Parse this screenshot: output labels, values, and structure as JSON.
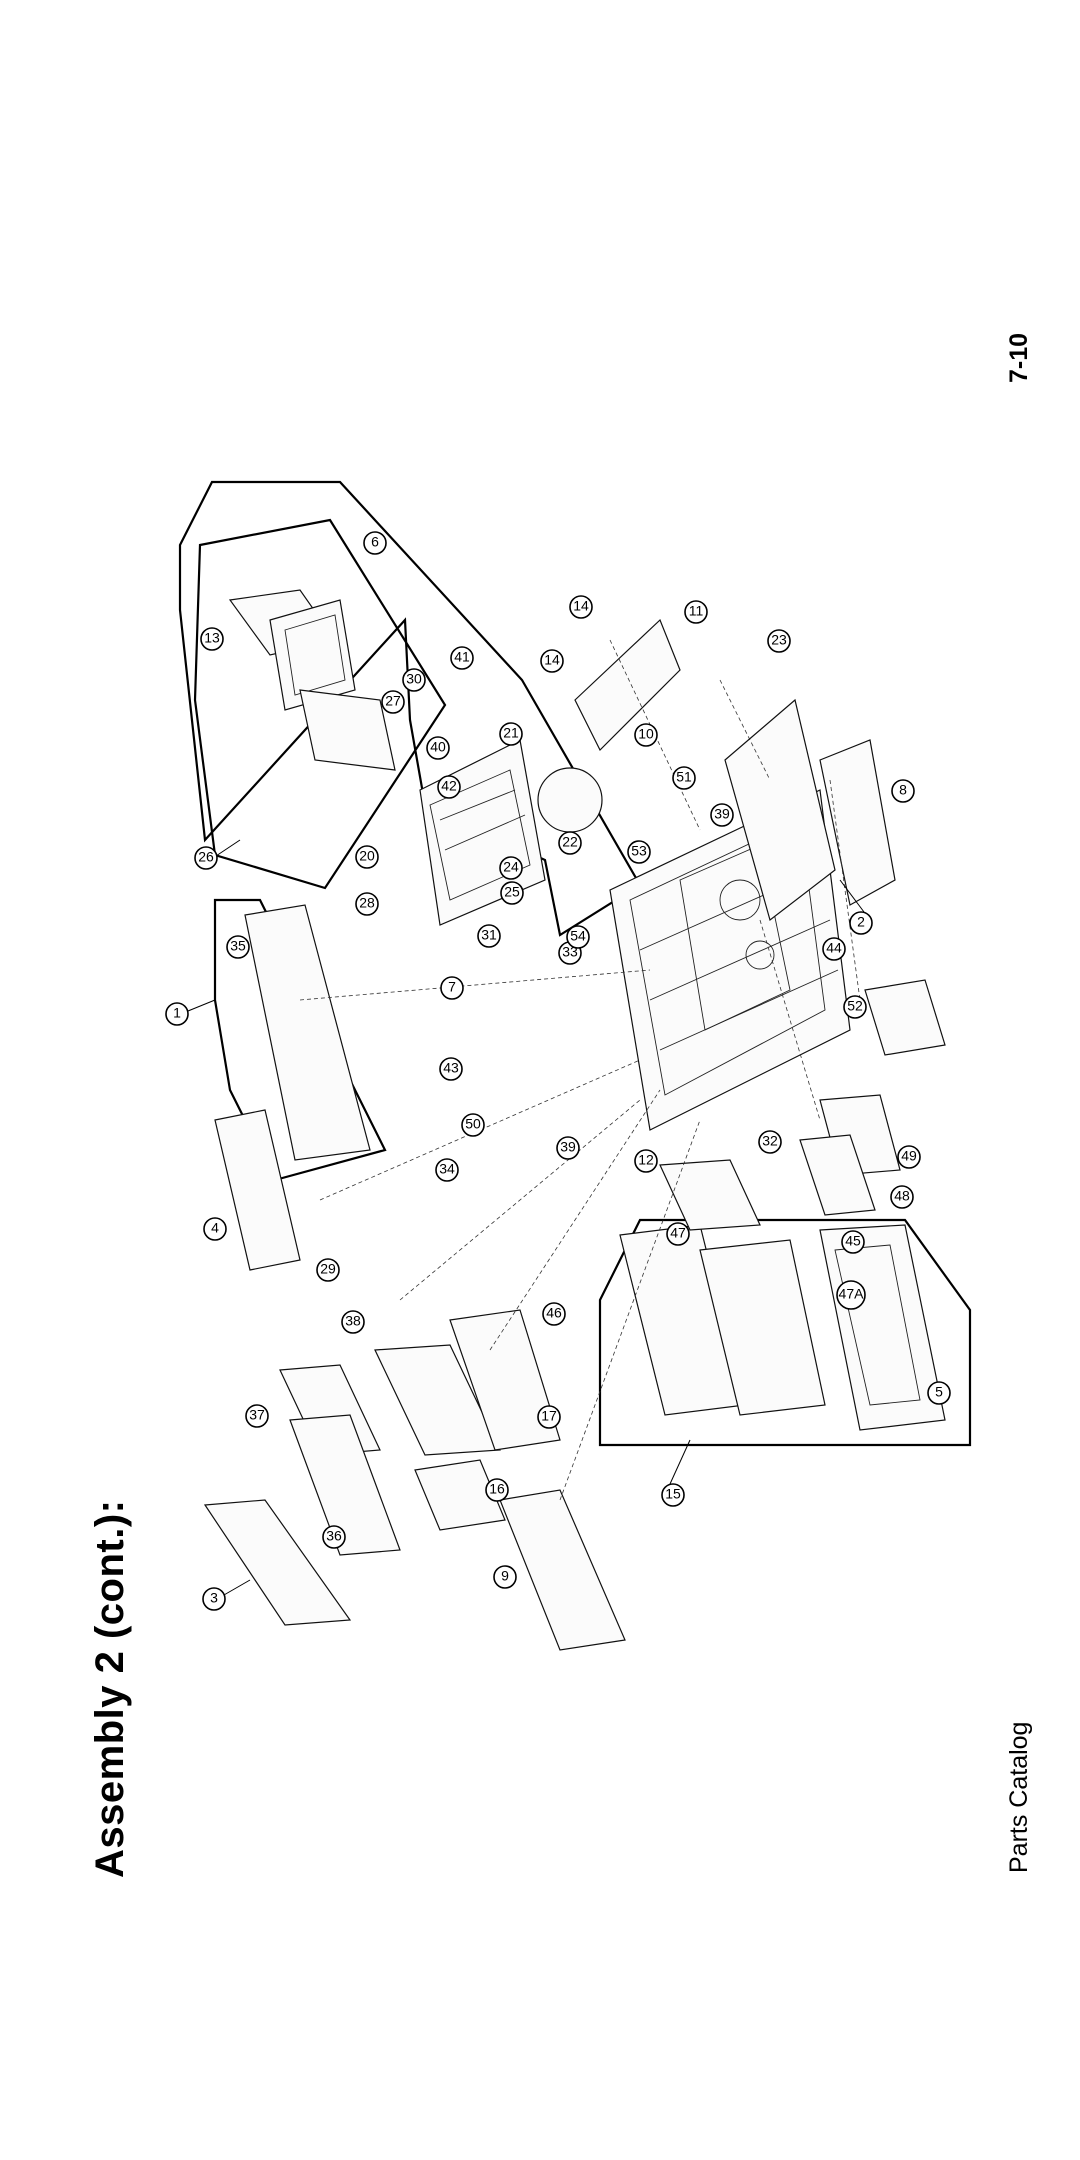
{
  "document": {
    "title": "Assembly 2 (cont.):",
    "footer_left": "Parts Catalog",
    "page_number": "7-10"
  },
  "diagram": {
    "callouts": [
      "1",
      "2",
      "3",
      "4",
      "5",
      "6",
      "7",
      "8",
      "9",
      "10",
      "11",
      "12",
      "13",
      "14",
      "14",
      "15",
      "16",
      "17",
      "20",
      "21",
      "22",
      "23",
      "24",
      "25",
      "26",
      "27",
      "28",
      "29",
      "30",
      "31",
      "32",
      "33",
      "34",
      "35",
      "36",
      "37",
      "38",
      "39",
      "39",
      "40",
      "41",
      "42",
      "43",
      "44",
      "45",
      "46",
      "47",
      "47A",
      "48",
      "49",
      "50",
      "51",
      "52",
      "53",
      "54"
    ]
  }
}
